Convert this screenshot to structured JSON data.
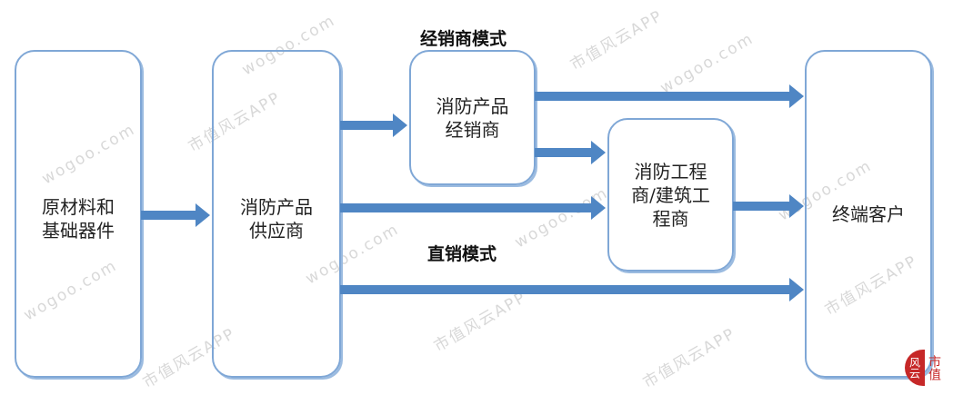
{
  "diagram": {
    "nodes": {
      "raw_materials": "原材料和\n基础器件",
      "supplier": "消防产品\n供应商",
      "distributor": "消防产品\n经销商",
      "engineering": "消防工程\n商/建筑工\n程商",
      "end_customer": "终端客户"
    },
    "labels": {
      "distribution_mode": "经销商模式",
      "direct_mode": "直销模式"
    },
    "edges": [
      {
        "from": "raw_materials",
        "to": "supplier"
      },
      {
        "from": "supplier",
        "to": "distributor"
      },
      {
        "from": "supplier",
        "to": "engineering"
      },
      {
        "from": "supplier",
        "to": "end_customer"
      },
      {
        "from": "distributor",
        "to": "end_customer"
      },
      {
        "from": "distributor",
        "to": "engineering"
      },
      {
        "from": "engineering",
        "to": "end_customer"
      }
    ],
    "colors": {
      "box_border": "#7fa7d6",
      "arrow": "#4f86c4",
      "logo": "#c62828"
    }
  },
  "watermark": {
    "text_site": "wogoo.com",
    "text_app": "市值风云APP"
  },
  "logo": {
    "circle": "风云",
    "text": "市值"
  }
}
